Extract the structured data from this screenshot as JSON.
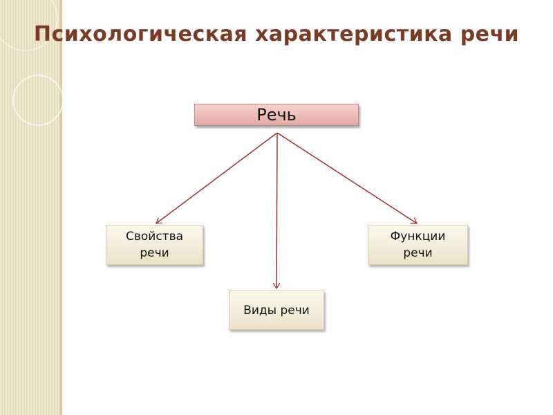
{
  "title": "Психологическая характеристика речи",
  "root": {
    "label": "Речь"
  },
  "children": [
    {
      "id": "properties",
      "label": "Свойства речи"
    },
    {
      "id": "types",
      "label": "Виды речи"
    },
    {
      "id": "functions",
      "label": "Функции речи"
    }
  ],
  "colors": {
    "title": "#7a3b26",
    "arrow": "#9b2f2f",
    "root_fill": "#edc0ba",
    "child_fill": "#f3ecd8",
    "side_panel": "#ece2c4"
  }
}
